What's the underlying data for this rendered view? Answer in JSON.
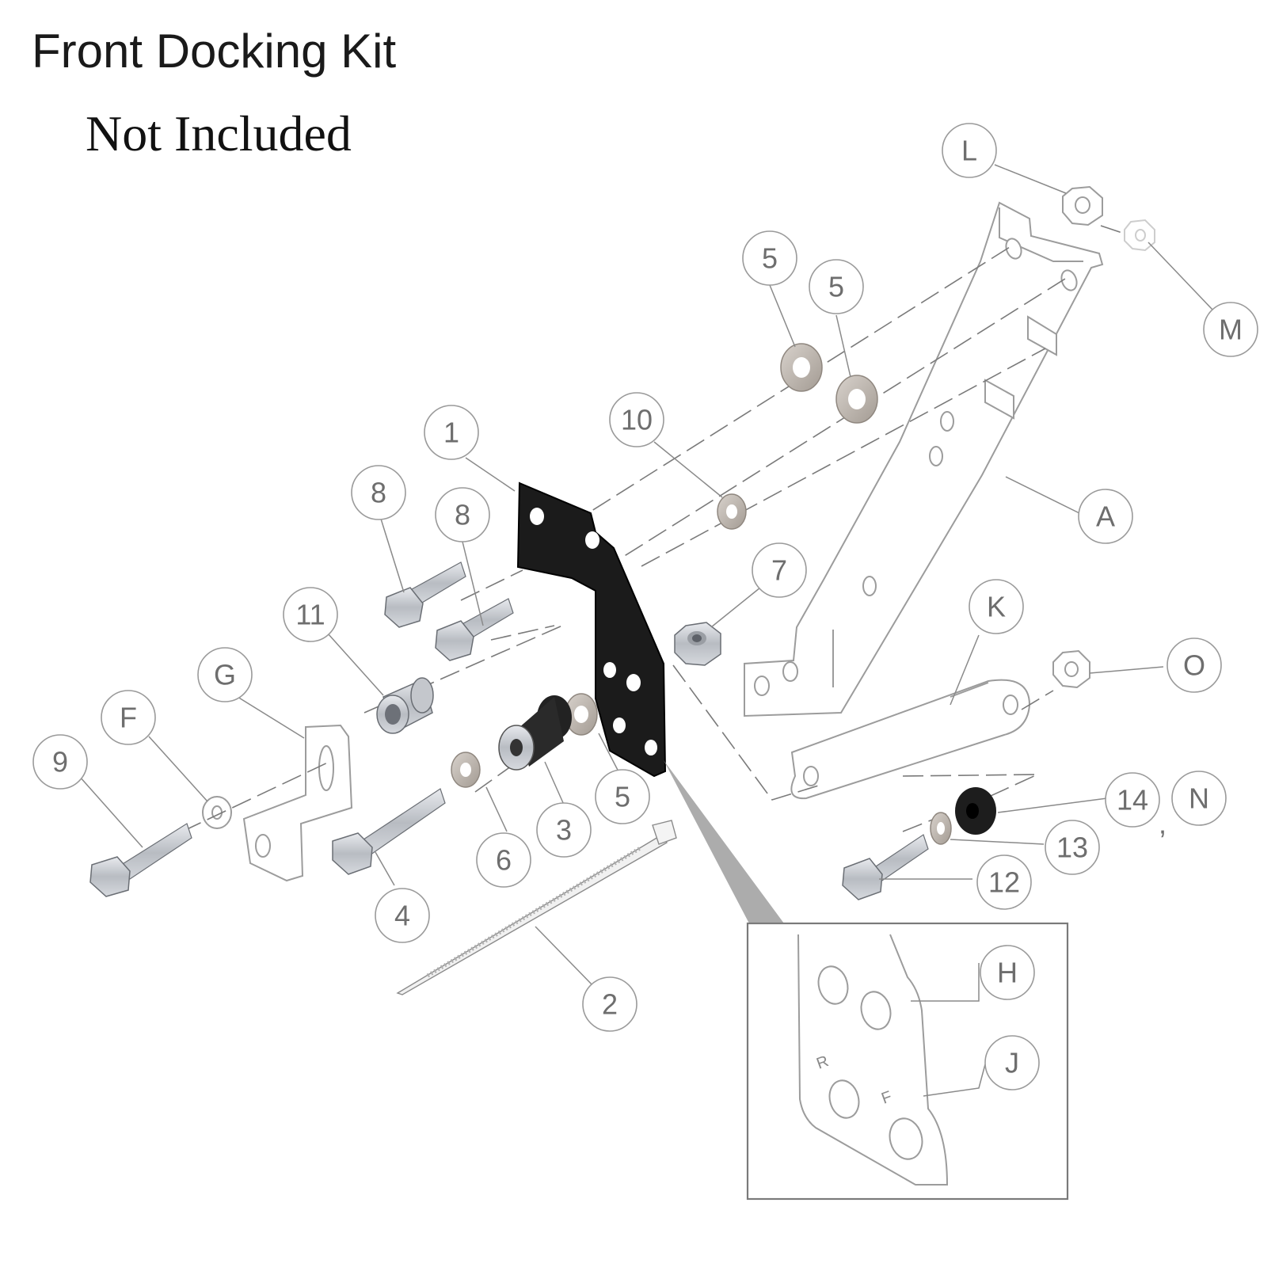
{
  "title": "Front Docking Kit",
  "subtitle": "Not Included",
  "callouts": {
    "L": "L",
    "M": "M",
    "A": "A",
    "K": "K",
    "O": "O",
    "N": "N",
    "G": "G",
    "F": "F",
    "H": "H",
    "J": "J",
    "n5a": "5",
    "n5b": "5",
    "n5c": "5",
    "n10": "10",
    "n1": "1",
    "n8a": "8",
    "n8b": "8",
    "n7": "7",
    "n11": "11",
    "n9": "9",
    "n3": "3",
    "n6": "6",
    "n4": "4",
    "n2": "2",
    "n14": "14",
    "n13": "13",
    "n12": "12"
  },
  "separator": ",",
  "detail_marks": {
    "R": "R",
    "F": "F"
  },
  "colors": {
    "black_part": "#1b1b1b",
    "zinc": "#c9cbcf",
    "washer": "#b9b2ab",
    "ghost_line": "#9c9c9c",
    "callout_text": "#6e6e6e"
  }
}
